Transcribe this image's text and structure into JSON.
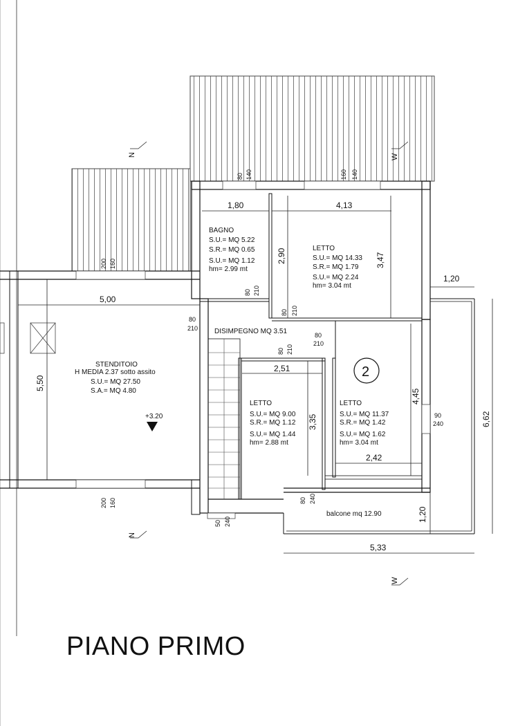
{
  "title": "PIANO PRIMO",
  "rooms": {
    "bagno": {
      "name": "BAGNO",
      "su": "S.U.= MQ 5.22",
      "sr": "S.R.= MQ 0.65",
      "su2": "S.U.= MQ 1.12",
      "hm": "hm= 2.99 mt"
    },
    "letto1": {
      "name": "LETTO",
      "su": "S.U.= MQ 14.33",
      "sr": "S.R.= MQ 1.79",
      "su2": "S.U.= MQ 2.24",
      "hm": "hm= 3.04 mt"
    },
    "stenditoio": {
      "name": "STENDITOIO",
      "hmedia": "H MEDIA 2.37 sotto assito",
      "su": "S.U.= MQ 27.50",
      "sa": "S.A.= MQ   4.80"
    },
    "disimpegno": {
      "name": "DISIMPEGNO MQ 3.51"
    },
    "letto2": {
      "name": "LETTO",
      "su": "S.U.= MQ 9.00",
      "sr": "S.R.= MQ 1.12",
      "su2": "S.U.= MQ 1.44",
      "hm": "hm= 2.88 mt"
    },
    "letto3": {
      "name": "LETTO",
      "su": "S.U.= MQ 11.37",
      "sr": "S.R.= MQ 1.42",
      "su2": "S.U.= MQ 1.62",
      "hm": "hm= 3.04 mt"
    },
    "balcone": {
      "name": "balcone mq 12.90"
    }
  },
  "dimensions": {
    "d180": "1,80",
    "d413": "4,13",
    "d290": "2,90",
    "d347": "3,47",
    "d500": "5,00",
    "d550": "5,50",
    "d251": "2,51",
    "d335": "3,35",
    "d445": "4,45",
    "d242": "2,42",
    "d120a": "1,20",
    "d662": "6,62",
    "d120b": "1,20",
    "d533": "5,33"
  },
  "openings": {
    "o80": "80",
    "o140": "140",
    "o160": "160",
    "o200": "200",
    "o210": "210",
    "o90": "90",
    "o240": "240",
    "o50": "50"
  },
  "marks": {
    "level": "+3.20",
    "unit_number": "2",
    "section_n": "N",
    "section_w": "W"
  }
}
